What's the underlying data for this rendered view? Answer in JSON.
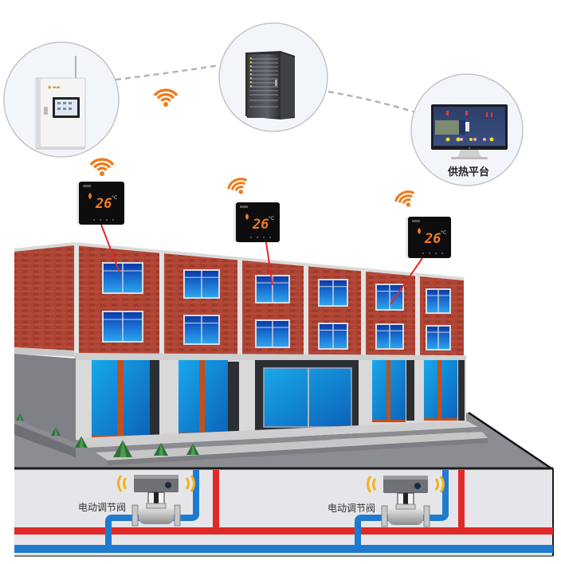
{
  "diagram": {
    "title": "Building heating control system topology",
    "network_nodes": [
      {
        "id": "controller",
        "name": "control-cabinet",
        "label": ""
      },
      {
        "id": "server",
        "name": "server-rack",
        "label": ""
      },
      {
        "id": "platform",
        "name": "heating-platform-monitor",
        "label": "供热平台"
      }
    ],
    "thermostats": [
      {
        "display_value": "26",
        "unit": "°C"
      },
      {
        "display_value": "26",
        "unit": "°C"
      },
      {
        "display_value": "26",
        "unit": "°C"
      }
    ],
    "valves": [
      {
        "label": "电动调节阀"
      },
      {
        "label": "电动调节阀"
      }
    ],
    "colors": {
      "wifi": "#f07a1a",
      "supply_pipe": "#e02a2a",
      "return_pipe": "#1e7bd0",
      "brick": "#a8402e",
      "window_glass": "#1a7fd6",
      "display_digits": "#f27a1e",
      "link_line": "#e02a2a",
      "dashed_link": "#b5b5b5",
      "node_circle_fill": "#f2f6fb",
      "node_circle_stroke": "#bfbfbf"
    }
  }
}
